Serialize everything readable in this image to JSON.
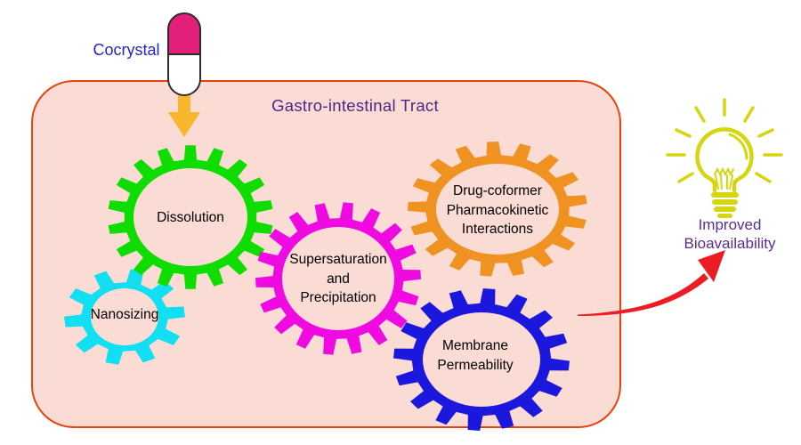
{
  "capsule": {
    "label": "Cocrystal",
    "label_color": "#2323cb",
    "cap_color": "#e32079",
    "body_color": "#ffffff",
    "outline_color": "#2b2b2b"
  },
  "entry_arrow": {
    "color": "#f8b62d"
  },
  "container": {
    "title": "Gastro-intestinal Tract",
    "title_color": "#4f2486",
    "background": "#fbdcd4",
    "border_color": "#e8430e"
  },
  "gears": [
    {
      "name": "dissolution",
      "label_lines": [
        "Dissolution"
      ],
      "color": "#0fdc00"
    },
    {
      "name": "nanosizing",
      "label_lines": [
        "Nanosizing"
      ],
      "color": "#12dff2"
    },
    {
      "name": "supersaturation-and-precipitation",
      "label_lines": [
        "Supersaturation",
        "and",
        "Precipitation"
      ],
      "color": "#ee0ae0"
    },
    {
      "name": "drug-coformer-pharmacokinetic-interactions",
      "label_lines": [
        "Drug-coformer",
        "Pharmacokinetic",
        "Interactions"
      ],
      "color": "#ef9222"
    },
    {
      "name": "membrane-permeability",
      "label_lines": [
        "Membrane",
        "Permeability"
      ],
      "color": "#1c17dd"
    }
  ],
  "outcome": {
    "label_lines": [
      "Improved",
      "Bioavailability"
    ],
    "label_color": "#5a2d90",
    "bulb_color": "#d6d60f",
    "arrow_color": "#ed1c24"
  }
}
